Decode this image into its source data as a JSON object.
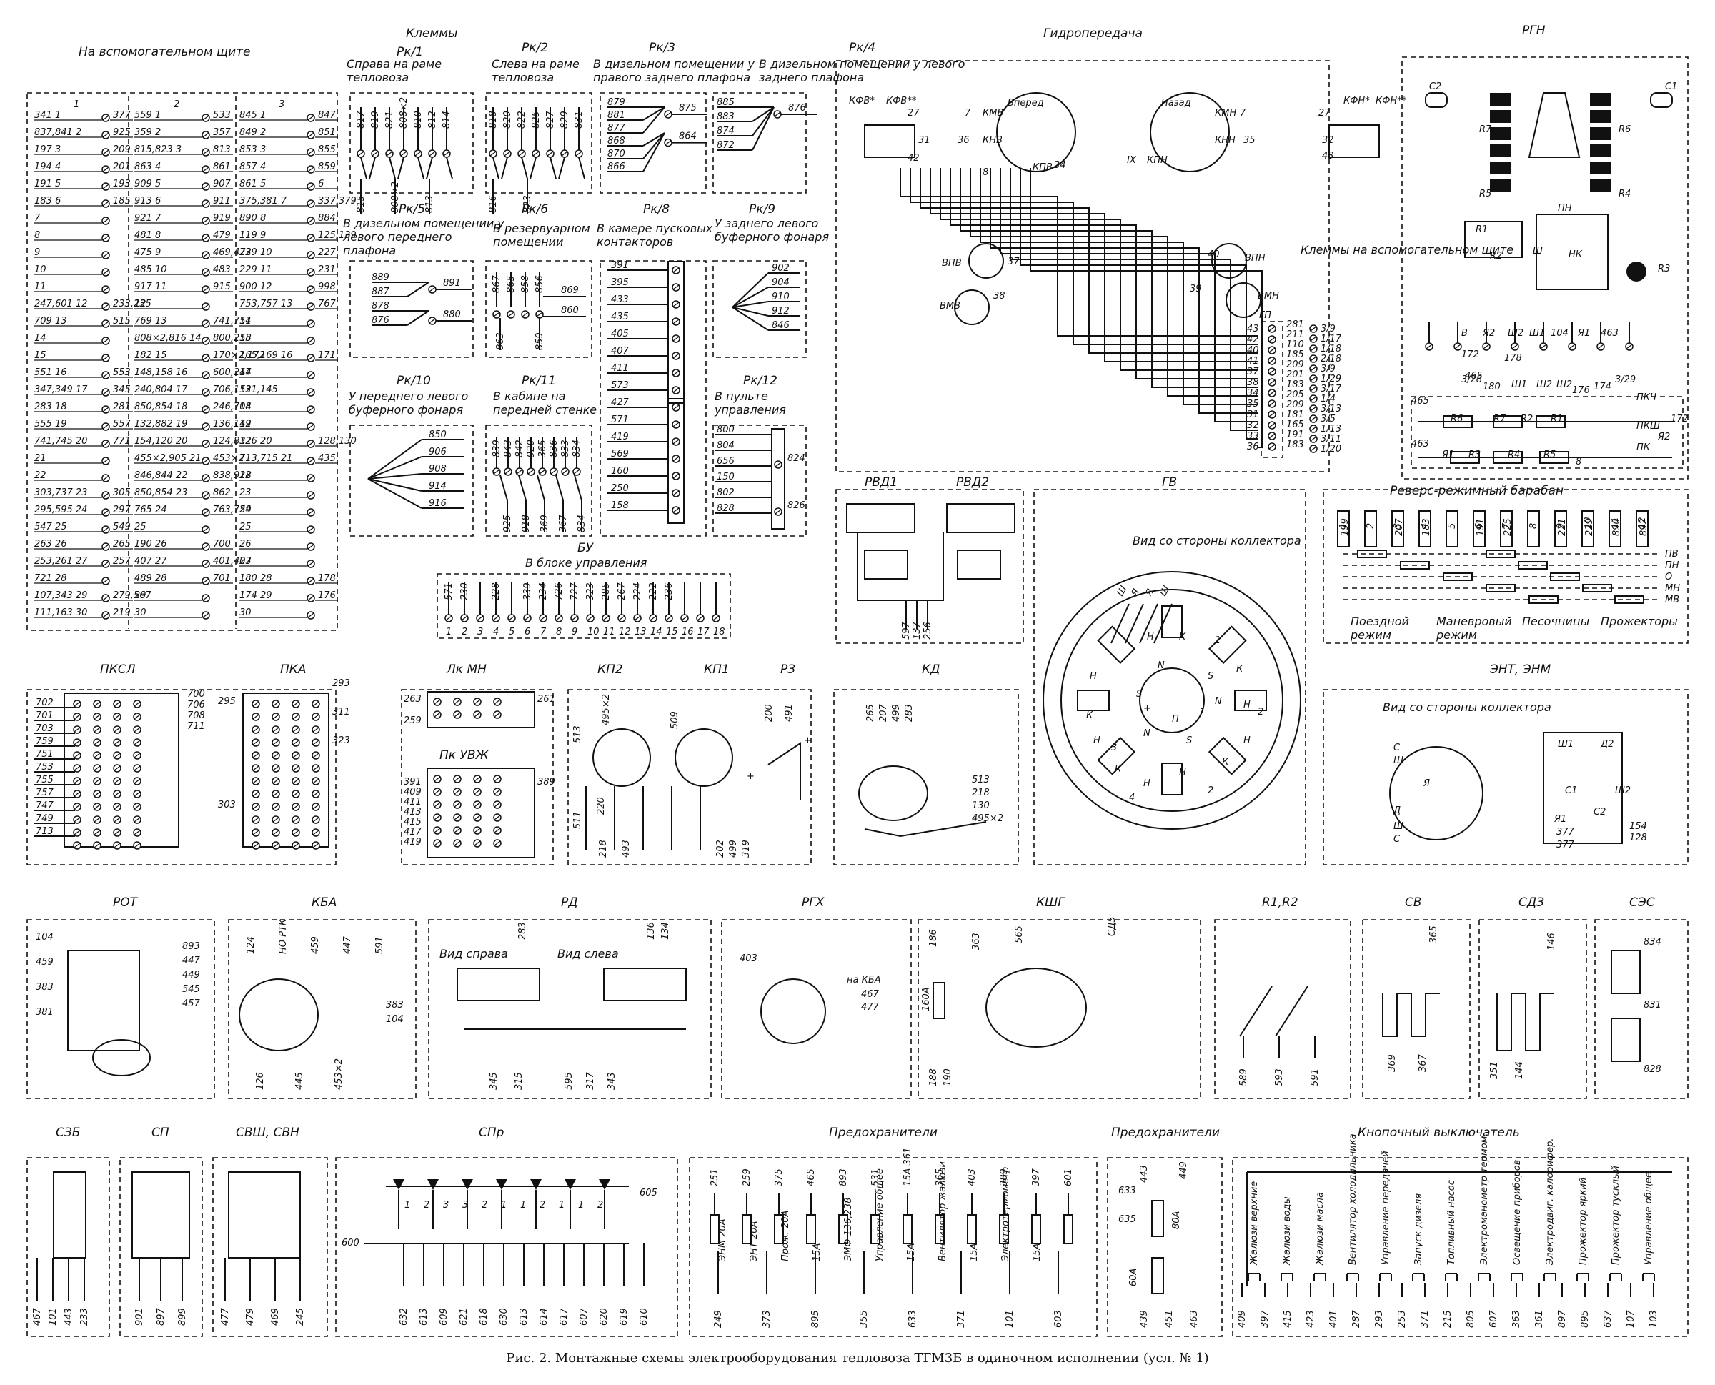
{
  "caption": "Рис. 2. Монтажные схемы электрооборудования тепловоза ТГМ3Б в одиночном исполнении (усл. № 1)",
  "panels": {
    "aux": {
      "title": "На вспомогательном щите",
      "cols": [
        "1",
        "2",
        "3"
      ],
      "col1": [
        "341 1",
        "377",
        "837,841 2",
        "925",
        "197 3",
        "209",
        "194 4",
        "201",
        "191 5",
        "193",
        "183 6",
        "185",
        "7",
        "8",
        "9",
        "10",
        "11",
        "247,601 12",
        "233,235",
        "709 13",
        "515",
        "14",
        "15",
        "551 16",
        "553",
        "347,349 17",
        "345",
        "283 18",
        "281",
        "555 19",
        "557",
        "741,745 20",
        "771",
        "21",
        "22",
        "303,737 23",
        "305",
        "295,595 24",
        "297",
        "547 25",
        "549",
        "263 26",
        "265",
        "253,261 27",
        "257",
        "721 28",
        "107,343 29",
        "279,567",
        "111,163 30",
        "219"
      ],
      "col2": [
        "559 1",
        "533",
        "359 2",
        "357",
        "815,823 3",
        "813",
        "863 4",
        "861",
        "909 5",
        "907",
        "913 6",
        "911",
        "921 7",
        "919",
        "481 8",
        "479",
        "475 9",
        "469,473",
        "485 10",
        "483",
        "917 11",
        "915",
        "12",
        "769 13",
        "741,751",
        "808×2,816 14",
        "800,258",
        "182 15",
        "170×2,172",
        "148,158 16",
        "600,244",
        "240,804 17",
        "706,152",
        "850,854 18",
        "246,704",
        "132,882 19",
        "136,142",
        "154,120 20",
        "124,832",
        "455×2,905 21",
        "453×2",
        "846,844 22",
        "838,918",
        "850,854 23",
        "862",
        "765 24",
        "763,759",
        "25",
        "190 26",
        "700",
        "407 27",
        "401,403",
        "489 28",
        "701",
        "29",
        "30"
      ],
      "col3": [
        "845 1",
        "847",
        "849 2",
        "851",
        "853 3",
        "855",
        "857 4",
        "859",
        "861 5",
        "6",
        "375,381 7",
        "337,379",
        "890 8",
        "884",
        "119 9",
        "125,139",
        "229 10",
        "227",
        "229 11",
        "231",
        "900 12",
        "998",
        "753,757 13",
        "767",
        "14",
        "15",
        "165,169 16",
        "171",
        "17",
        "131,145",
        "18",
        "19",
        "126 20",
        "128,130",
        "713,715 21",
        "435",
        "22",
        "23",
        "24",
        "25",
        "26",
        "27",
        "180 28",
        "178",
        "174 29",
        "176",
        "30"
      ]
    },
    "klemmy": {
      "title": "Клеммы"
    },
    "rk1": {
      "title": "Рк/1",
      "sub": "Справа на раме тепловоза",
      "top": [
        "817",
        "819",
        "821",
        "808×2",
        "810",
        "812",
        "814"
      ],
      "bot": [
        "815",
        "808×2",
        "813"
      ]
    },
    "rk2": {
      "title": "Рк/2",
      "sub": "Слева на раме тепловоза",
      "top": [
        "818",
        "820",
        "822",
        "825",
        "827",
        "829",
        "831"
      ],
      "bot": [
        "816",
        "823"
      ]
    },
    "rk3": {
      "title": "Рк/3",
      "sub": "В дизельном помещении у правого заднего плафона",
      "left": [
        "879",
        "881",
        "877",
        "868",
        "870",
        "866"
      ],
      "right": [
        "875",
        "864"
      ]
    },
    "rk4": {
      "title": "Рк/4",
      "sub": "В дизельном помещении у левого заднего плафона",
      "left": [
        "885",
        "883",
        "874",
        "872"
      ],
      "right": [
        "876"
      ]
    },
    "rk5": {
      "title": "Рк/5",
      "sub": "В дизельном помещении у левого переднего плафона",
      "left": [
        "889",
        "887",
        "878",
        "876"
      ],
      "right": [
        "891",
        "880"
      ]
    },
    "rk6": {
      "title": "Рк/6",
      "sub": "В резервуарном помещении",
      "top": [
        "867",
        "865",
        "858",
        "856"
      ],
      "bot": [
        "863",
        "859"
      ],
      "right": [
        "869",
        "860"
      ]
    },
    "rk8": {
      "title": "Рк/8",
      "sub": "В камере пусковых контакторов",
      "left": [
        "391",
        "395",
        "433",
        "435",
        "405",
        "407",
        "411",
        "573"
      ]
    },
    "rk9": {
      "title": "Рк/9",
      "sub": "У заднего левого буферного фонаря",
      "right": [
        "902",
        "904",
        "910",
        "912",
        "846"
      ]
    },
    "rk10": {
      "title": "Рк/10",
      "sub": "У переднего левого буферного фонаря",
      "right": [
        "850",
        "906",
        "908",
        "914",
        "916"
      ]
    },
    "rk11": {
      "title": "Рк/11",
      "sub": "В кабине на передней стенке",
      "top": [
        "839",
        "843",
        "842",
        "920",
        "365",
        "836",
        "833",
        "834"
      ],
      "bot": [
        "925",
        "918",
        "369",
        "367",
        "834"
      ]
    },
    "rk12": {
      "title": "Рк/12",
      "sub": "В пульте управления",
      "left": [
        "800",
        "804",
        "656",
        "150",
        "802",
        "828"
      ],
      "right": [
        "824",
        "826"
      ]
    },
    "rk8b": {
      "left": [
        "427",
        "571",
        "419",
        "569",
        "160",
        "250",
        "158"
      ]
    },
    "bu": {
      "title": "БУ",
      "sub": "В блоке управления",
      "top": [
        "571",
        "230",
        "",
        "228",
        "",
        "339",
        "234",
        "726",
        "727",
        "323",
        "285",
        "267",
        "224",
        "222",
        "236"
      ],
      "nums": [
        "1",
        "2",
        "3",
        "4",
        "5",
        "6",
        "7",
        "8",
        "9",
        "10",
        "11",
        "12",
        "13",
        "14",
        "15",
        "16",
        "17",
        "18"
      ]
    },
    "gidro": {
      "title": "Гидропередача",
      "labels": [
        "КФВ*",
        "КФВ**",
        "27",
        "31",
        "42",
        "7",
        "КМВ",
        "Вперед",
        "36",
        "КНВ",
        "8",
        "КПВ",
        "34",
        "Назад",
        "КМН",
        "7",
        "КНН",
        "35",
        "IX",
        "КПН",
        "27",
        "КФН*",
        "КФН**",
        "32",
        "43",
        "ВПВ",
        "37",
        "ВМВ",
        "38",
        "40",
        "ВПН",
        "39",
        "ВМН",
        "ГП",
        "Клеммы на вспомогательном щите"
      ],
      "right": [
        "3/9",
        "1/17",
        "1/18",
        "2/18",
        "3/9",
        "1/29",
        "3/17",
        "1/4",
        "3/13",
        "3/5",
        "1/13",
        "3/11",
        "1/20"
      ],
      "left": [
        "43",
        "42",
        "40",
        "41",
        "37",
        "38",
        "34",
        "35",
        "31",
        "32",
        "33",
        "36"
      ],
      "mid": [
        "281",
        "211",
        "110",
        "185",
        "209",
        "201",
        "183",
        "205",
        "209",
        "181",
        "165",
        "191",
        "183"
      ]
    },
    "rgn": {
      "title": "РГН",
      "labels": [
        "С2",
        "С1",
        "R7",
        "R6",
        "R5",
        "R4",
        "R1",
        "R2",
        "ПН",
        "Ш",
        "НК",
        "R3",
        "В",
        "Я2",
        "Ш2",
        "Ш1",
        "104",
        "Я1",
        "172",
        "178",
        "465",
        "463",
        "3/28",
        "180",
        "176",
        "3/29",
        "Ш1",
        "Ш2",
        "Ш2",
        "174",
        "465",
        "R6",
        "R7",
        "R2",
        "R1",
        "463",
        "Я1",
        "R3",
        "R4",
        "R5",
        "172",
        "Я2",
        "8",
        "ПКЧ",
        "ПК",
        "ПКШ"
      ]
    },
    "rvd1": {
      "title": "РВД1",
      "bot": [
        "597",
        "137",
        "256"
      ]
    },
    "rvd2": {
      "title": "РВД2"
    },
    "gv": {
      "title": "ГВ",
      "sub": "Вид со стороны коллектора",
      "leads": [
        "Ш",
        "Я",
        "Я",
        "Ш"
      ],
      "labels": [
        "Н",
        "К",
        "1",
        "К",
        "Н",
        "2",
        "Н",
        "К",
        "Н",
        "2",
        "Н",
        "К",
        "Н",
        "3",
        "4",
        "К",
        "Н",
        "N",
        "S",
        "N",
        "S",
        "N",
        "S",
        "П",
        "+",
        "-"
      ]
    },
    "reverse": {
      "title": "Реверс-режимный барабан",
      "top": [
        "199",
        "",
        "207",
        "183",
        "",
        "191",
        "225",
        "",
        "221",
        "229",
        "890",
        "892",
        "900"
      ],
      "nums": [
        "1",
        "2",
        "3",
        "4",
        "5",
        "6",
        "7",
        "8",
        "9",
        "10",
        "11",
        "12"
      ],
      "rows": [
        "ПВ",
        "ПН",
        "О",
        "МН",
        "МВ"
      ],
      "groups": [
        "Поездной режим",
        "Маневровый режим",
        "Песочницы",
        "Прожекторы"
      ]
    },
    "pksl": {
      "title": "ПКСЛ",
      "left": [
        "702",
        "701",
        "703",
        "759",
        "751",
        "753",
        "755",
        "757",
        "747",
        "749",
        "713"
      ],
      "right": [
        "700",
        "706",
        "708",
        "711"
      ],
      "nums": [
        "1",
        "2",
        "3",
        "4",
        "5",
        "6",
        "7",
        "8",
        "9",
        "10",
        "11",
        "12",
        "13",
        "14",
        "15",
        "16"
      ]
    },
    "pka": {
      "title": "ПКА",
      "left": [
        "295",
        "303"
      ],
      "right": [
        "293",
        "311",
        "323"
      ],
      "nums": [
        "1",
        "2",
        "3",
        "4",
        "5",
        "6",
        "7",
        "8",
        "9",
        "10",
        "11",
        "12",
        "13",
        "14",
        "15",
        "16"
      ]
    },
    "lkmn": {
      "title": "Лк МН",
      "left": [
        "263",
        "259"
      ],
      "right": [
        "261"
      ],
      "nums": [
        "1",
        "2"
      ]
    },
    "pkuvzh": {
      "title": "Пк УВЖ",
      "left": [
        "391",
        "409",
        "411",
        "413",
        "415",
        "417",
        "419"
      ],
      "right": [
        "389"
      ],
      "nums": [
        "1",
        "2",
        "3",
        "4",
        "5",
        "6",
        "7",
        "8",
        "9",
        "10",
        "11",
        "12",
        "13",
        "14",
        "15",
        "16"
      ]
    },
    "kp2": {
      "title": "КП2",
      "labels": [
        "513",
        "495×2",
        "509",
        "511",
        "220",
        "218",
        "493"
      ]
    },
    "kp1": {
      "title": "КП1",
      "labels": [
        "+",
        "202",
        "499",
        "319"
      ]
    },
    "rz": {
      "title": "РЗ",
      "labels": [
        "200",
        "491",
        "+"
      ]
    },
    "kd": {
      "title": "КД",
      "labels": [
        "265",
        "207",
        "499",
        "283",
        "513",
        "218",
        "130",
        "495×2"
      ]
    },
    "ent": {
      "title": "ЭНТ, ЭНМ",
      "sub": "Вид со стороны коллектора",
      "labels": [
        "С",
        "Ш",
        "Я",
        "Д",
        "Ш",
        "С",
        "Ш1",
        "Д2",
        "С1",
        "Ш2",
        "С2",
        "Я1",
        "377",
        "377",
        "154",
        "128"
      ]
    },
    "rot": {
      "title": "РОТ",
      "left": [
        "104",
        "459",
        "383",
        "381"
      ],
      "right": [
        "893",
        "447",
        "449",
        "545",
        "457"
      ]
    },
    "kba": {
      "title": "КБА",
      "top": [
        "124",
        "НО РТК",
        "459",
        "447",
        "591"
      ],
      "right": [
        "383",
        "104"
      ],
      "bot": [
        "126",
        "445",
        "453×2"
      ]
    },
    "rd": {
      "title": "РД",
      "left": "Вид справа",
      "right": "Вид слева",
      "top": [
        "283",
        "136",
        "134"
      ],
      "bot": [
        "345",
        "315",
        "595",
        "317",
        "343"
      ]
    },
    "rgx": {
      "title": "РГХ",
      "labels": [
        "403",
        "на КБА",
        "467",
        "477"
      ]
    },
    "kshg": {
      "title": "КШГ",
      "labels": [
        "186",
        "363",
        "565",
        "СД5",
        "160А",
        "188",
        "190"
      ]
    },
    "r1r2": {
      "title": "R1,R2",
      "bot": [
        "589",
        "593",
        "591"
      ]
    },
    "sv": {
      "title": "СВ",
      "labels": [
        "365",
        "369",
        "367"
      ]
    },
    "sdz": {
      "title": "СДЗ",
      "labels": [
        "146",
        "351",
        "144"
      ]
    },
    "ses": {
      "title": "СЭС",
      "labels": [
        "834",
        "831",
        "828"
      ]
    },
    "szb": {
      "title": "СЗБ",
      "bot": [
        "467",
        "101",
        "443",
        "233"
      ]
    },
    "sp": {
      "title": "СП",
      "bot": [
        "901",
        "897",
        "899"
      ]
    },
    "svsh": {
      "title": "СВШ, СВН",
      "bot": [
        "477",
        "479",
        "469",
        "245"
      ]
    },
    "spr": {
      "title": "СПр",
      "labels": [
        "605",
        "600",
        "1",
        "2",
        "3",
        "3",
        "2",
        "1",
        "1",
        "2",
        "1",
        "1",
        "2"
      ],
      "bot": [
        "632",
        "613",
        "609",
        "621",
        "618",
        "630",
        "613",
        "614",
        "617",
        "607",
        "620",
        "619",
        "610"
      ]
    },
    "fuses1": {
      "title": "Предохранители",
      "top": [
        "251",
        "259",
        "375",
        "465",
        "893",
        "531",
        "15А 361",
        "365",
        "403",
        "389",
        "397",
        "601"
      ],
      "rot": [
        "ЭНМ 20А",
        "ЭНТ 20А",
        "Прож. 20А",
        "15А",
        "ЭМФ 136,238",
        "Управление общее",
        "15А",
        "Вентилятор жалюзи",
        "15А",
        "Электротермометр",
        "15А"
      ],
      "bot": [
        "249",
        "373",
        "895",
        "355",
        "633",
        "371",
        "101",
        "603"
      ]
    },
    "fuses2": {
      "title": "Предохранители",
      "labels": [
        "633",
        "443",
        "449",
        "635",
        "80А",
        "60А",
        "439",
        "451",
        "463"
      ]
    },
    "buttons": {
      "title": "Кнопочный выключатель",
      "items": [
        "Жалюзи верхние",
        "Жалюзи воды",
        "Жалюзи масла",
        "Вентилятор холодильника",
        "Управление передачей",
        "Запуск дизеля",
        "Топливный насос",
        "Электроманометр термом.",
        "Освещение приборов",
        "Электродвиг. калорифер.",
        "Прожектор яркий",
        "Прожектор тусклый",
        "Управление общее"
      ],
      "bot": [
        "409",
        "397",
        "415",
        "423",
        "401",
        "287",
        "293",
        "253",
        "371",
        "215",
        "805",
        "607",
        "363",
        "361",
        "897",
        "895",
        "637",
        "107",
        "103"
      ]
    }
  }
}
